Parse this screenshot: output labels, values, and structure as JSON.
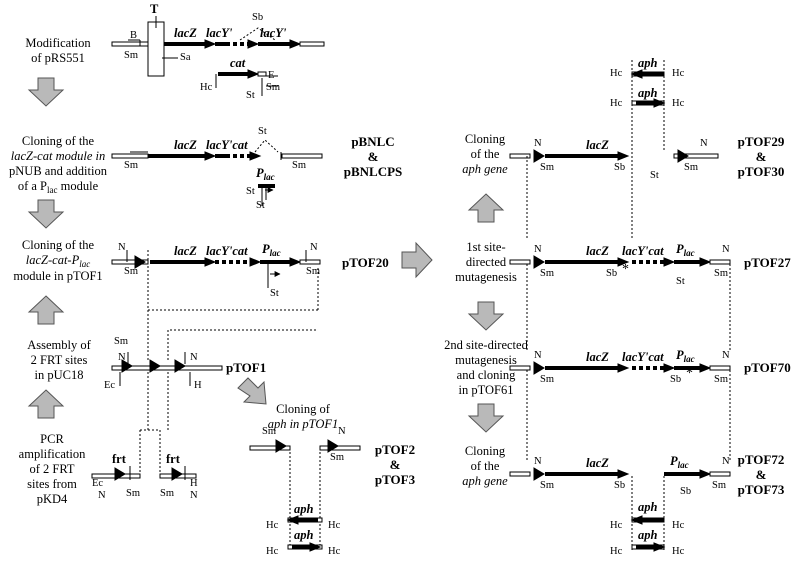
{
  "steps": {
    "modification": [
      "Modification",
      "of pRS551"
    ],
    "cloning_lacz_cat": [
      "Cloning of the",
      "lacZ-cat module in",
      "pNUB and addition",
      "of a P",
      "lac",
      " module"
    ],
    "cloning_module": [
      "Cloning of the",
      "lacZ-cat-P",
      "lac",
      "module in pTOF1"
    ],
    "assembly": [
      "Assembly of",
      "2 FRT sites",
      "in pUC18"
    ],
    "pcr": [
      "PCR",
      "amplification",
      "of 2 FRT",
      "sites from",
      "pKD4"
    ],
    "cloning_aph_ptof1": [
      "Cloning of",
      "aph in pTOF1"
    ],
    "cloning_aph_gene_top": [
      "Cloning",
      "of the",
      "aph gene"
    ],
    "first_mutagenesis": [
      "1st site-",
      "directed",
      "mutagenesis"
    ],
    "second_mutagenesis": [
      "2nd site-directed",
      "mutagenesis",
      "and cloning",
      "in pTOF61"
    ],
    "cloning_aph_gene_bottom": [
      "Cloning",
      "of the",
      "aph gene"
    ]
  },
  "plasmids": {
    "pbnlc": [
      "pBNLC",
      "&",
      "pBNLCPS"
    ],
    "ptof20": "pTOF20",
    "ptof1": "pTOF1",
    "ptof2": [
      "pTOF2",
      "&",
      "pTOF3"
    ],
    "ptof29": [
      "pTOF29",
      "&",
      "pTOF30"
    ],
    "ptof27": "pTOF27",
    "ptof70": "pTOF70",
    "ptof72": [
      "pTOF72",
      "&",
      "pTOF73"
    ]
  },
  "genes": {
    "lacZ": "lacZ",
    "lacY_prime": "lacY'",
    "cat": "cat",
    "lacY_cat": "lacY'cat",
    "P": "P",
    "lac": "lac",
    "frt": "frt",
    "aph": "aph",
    "T": "T"
  },
  "sites": {
    "B": "B",
    "Sm": "Sm",
    "Sa": "Sa",
    "Sb": "Sb",
    "E": "E",
    "Hc": "Hc",
    "St": "St",
    "N": "N",
    "Ec": "Ec",
    "H": "H",
    "star": "*"
  }
}
